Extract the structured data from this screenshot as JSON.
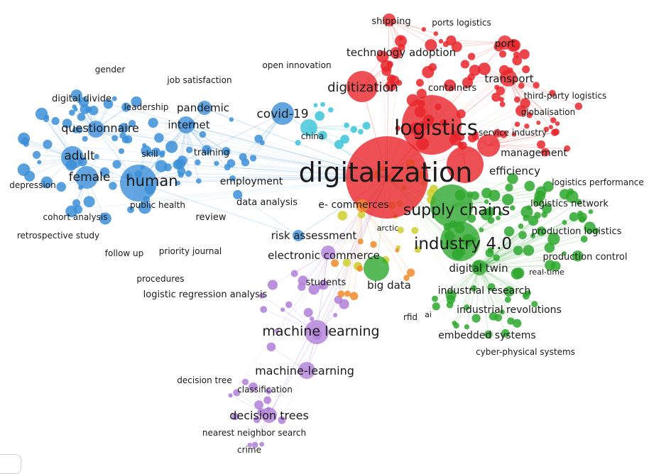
{
  "clusters": {
    "red": "#e8262b",
    "green": "#2ea82e",
    "blue": "#3c8fd8",
    "purple": "#b07fd8",
    "yellow": "#cfcf2e",
    "cyan": "#3cc4d8",
    "orange": "#f08a2a"
  },
  "terms": {
    "digitalization": "digitalization",
    "logistics": "logistics",
    "supply_chains": "supply chains",
    "industry_4_0": "industry 4.0",
    "digitization": "digitization",
    "transport": "transport",
    "shipping": "shipping",
    "ports_logistics": "ports logistics",
    "port": "port",
    "technology_adoption": "technology adoption",
    "open_innovation": "open innovation",
    "containers": "containers",
    "third_party_logistics": "third-party logistics",
    "globalisation": "globalisation",
    "service_industry": "service industry",
    "management": "management",
    "efficiency": "efficiency",
    "logistics_performance": "logistics performance",
    "logistics_network": "logistics network",
    "production_logistics": "production logistics",
    "production_control": "production control",
    "real_time": "real-time",
    "digital_twin": "digital twin",
    "industrial_research": "industrial research",
    "industrial_revolutions": "industrial revolutions",
    "embedded_systems": "embedded systems",
    "cyber_physical_systems": "cyber-physical systems",
    "big_data": "big data",
    "rfid": "rfid",
    "ai": "ai",
    "students": "students",
    "arctic": "arctic",
    "e_commerces": "e- commerces",
    "china": "china",
    "covid_19": "covid-19",
    "risk_assessment": "risk assessment",
    "electronic_commerce": "electronic commerce",
    "data_analysis": "data analysis",
    "employment": "employment",
    "training": "training",
    "internet": "internet",
    "pandemic": "pandemic",
    "leadership": "leadership",
    "job_satisfaction": "job satisfaction",
    "gender": "gender",
    "digital_divide": "digital divide",
    "questionnaire": "questionnaire",
    "adult": "adult",
    "female": "female",
    "human": "human",
    "skill": "skill",
    "depression": "depression",
    "public_health": "public health",
    "cohort_analysis": "cohort analysis",
    "review": "review",
    "retrospective_study": "retrospective study",
    "follow_up": "follow up",
    "priority_journal": "priority journal",
    "procedures": "procedures",
    "logistic_regression_analysis": "logistic regression analysis",
    "machine_learning": "machine learning",
    "machine_learning_hyphen": "machine-learning",
    "decision_tree": "decision tree",
    "classification": "classification",
    "decision_trees": "decision trees",
    "nearest_neighbor_search": "nearest neighbor search",
    "crime": "crime"
  }
}
